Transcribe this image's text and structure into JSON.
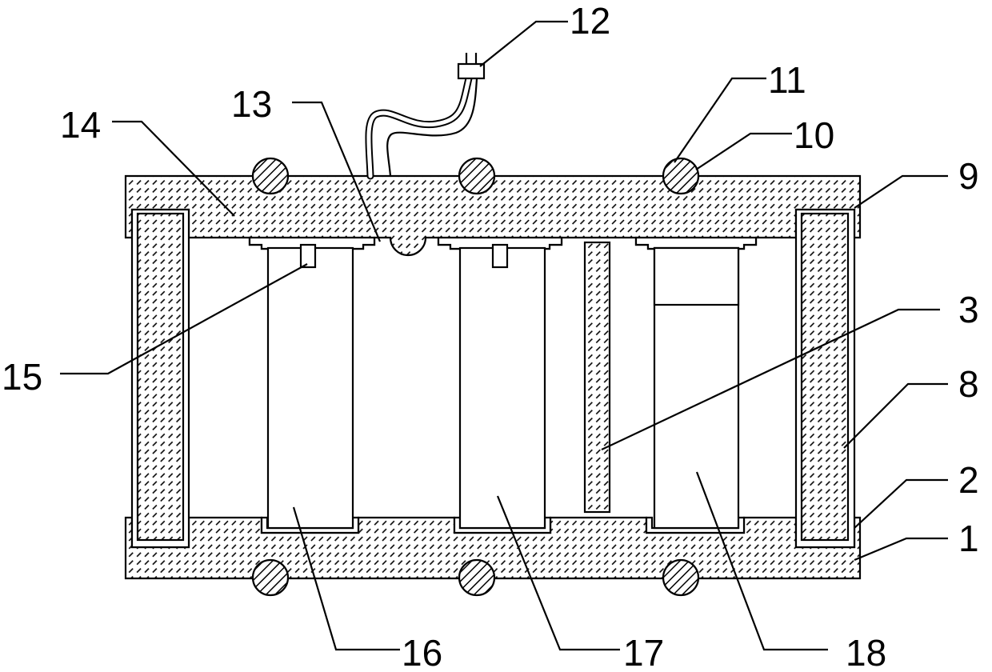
{
  "figure": {
    "labels": {
      "n1": "1",
      "n2": "2",
      "n3": "3",
      "n8": "8",
      "n9": "9",
      "n10": "10",
      "n11": "11",
      "n12": "12",
      "n13": "13",
      "n14": "14",
      "n15": "15",
      "n16": "16",
      "n17": "17",
      "n18": "18"
    },
    "colors": {
      "line": "#000000",
      "hatch": "#000000",
      "background": "#ffffff",
      "cell_fill": "#ffffff"
    }
  }
}
